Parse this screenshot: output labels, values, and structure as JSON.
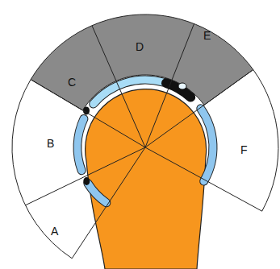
{
  "diagram": {
    "labels": [
      "D",
      "E",
      "C",
      "B",
      "F",
      "A"
    ]
  }
}
